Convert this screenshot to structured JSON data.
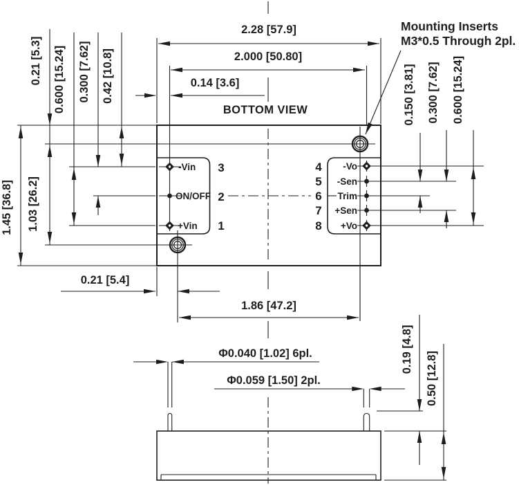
{
  "note": {
    "line1": "Mounting Inserts",
    "line2": "M3*0.5 Through 2pl."
  },
  "view_label": "BOTTOM VIEW",
  "dimensions": {
    "overall_width": "2.28 [57.9]",
    "pin_column_span": "2.000 [50.80]",
    "edge_to_pin_column": "0.14 [3.6]",
    "top_edge_to_insert": "0.21 [5.3]",
    "vin_pin_span": "0.600 [15.24]",
    "vin_to_onoff": "0.300 [7.62]",
    "top_edge_to_pin3": "0.42 [10.8]",
    "overall_height": "1.45 [36.8]",
    "insert_vertical_span": "1.03 [26.2]",
    "left_edge_to_insert": "0.21 [5.4]",
    "insert_horizontal_span": "1.86 [47.2]",
    "sen_to_trim": "0.150 [3.81]",
    "sen_pin_span": "0.300 [7.62]",
    "vo_pin_span": "0.600 [15.24]",
    "pin_diameter_small": "Φ0.040 [1.02] 6pl.",
    "pin_diameter_large": "Φ0.059 [1.50] 2pl.",
    "pin_shoulder_height": "0.19 [4.8]",
    "body_height": "0.50 [12.8]"
  },
  "pins": {
    "left": [
      {
        "num": "3",
        "label": "-Vin"
      },
      {
        "num": "2",
        "label": "ON/OFF"
      },
      {
        "num": "1",
        "label": "+Vin"
      }
    ],
    "right": [
      {
        "num": "4",
        "label": "-Vo"
      },
      {
        "num": "5",
        "label": "-Sen"
      },
      {
        "num": "6",
        "label": "Trim"
      },
      {
        "num": "7",
        "label": "+Sen"
      },
      {
        "num": "8",
        "label": "+Vo"
      }
    ]
  },
  "colors": {
    "ink": "#1d1d1f",
    "background": "#ffffff"
  }
}
